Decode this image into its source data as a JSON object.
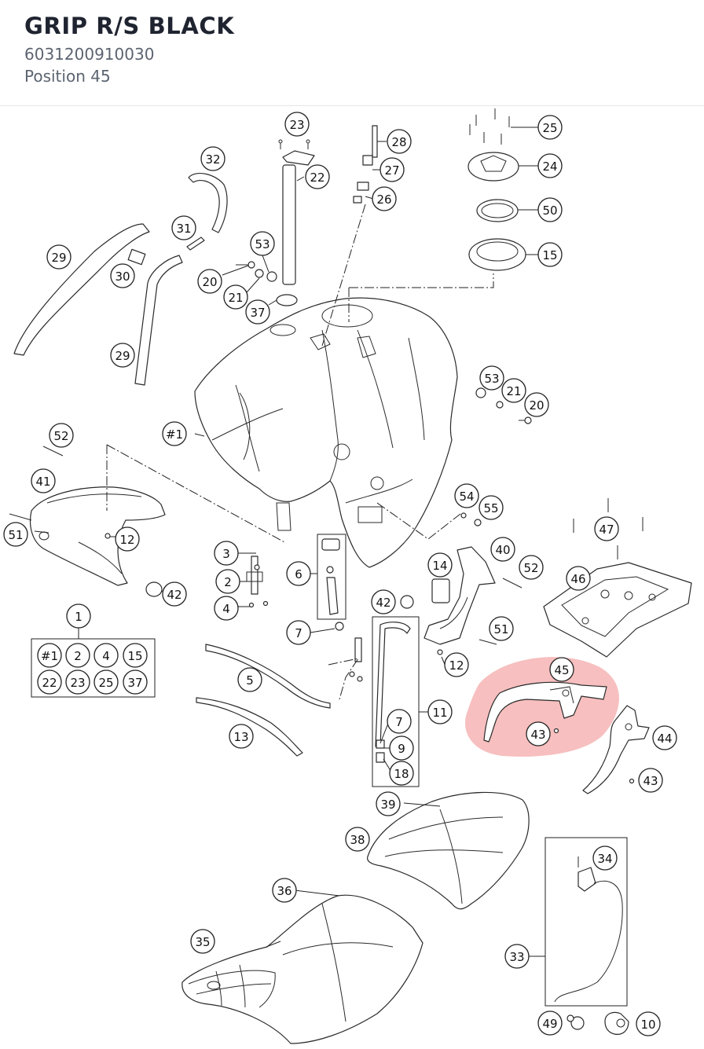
{
  "header": {
    "title": "GRIP R/S BLACK",
    "part_number": "6031200910030",
    "position": "Position 45"
  },
  "diagram": {
    "labels": [
      "1",
      "2",
      "3",
      "4",
      "5",
      "6",
      "7",
      "9",
      "10",
      "11",
      "12",
      "13",
      "14",
      "15",
      "18",
      "20",
      "21",
      "22",
      "23",
      "24",
      "25",
      "26",
      "27",
      "28",
      "29",
      "30",
      "31",
      "32",
      "33",
      "34",
      "35",
      "36",
      "37",
      "38",
      "39",
      "40",
      "41",
      "42",
      "43",
      "44",
      "45",
      "46",
      "47",
      "49",
      "50",
      "51",
      "52",
      "53",
      "54",
      "55",
      "#1"
    ],
    "kit_1_contents": [
      "#1",
      "2",
      "4",
      "15",
      "22",
      "23",
      "25",
      "37"
    ],
    "highlighted_position": "45",
    "highlight_color": "#f08a8a"
  }
}
